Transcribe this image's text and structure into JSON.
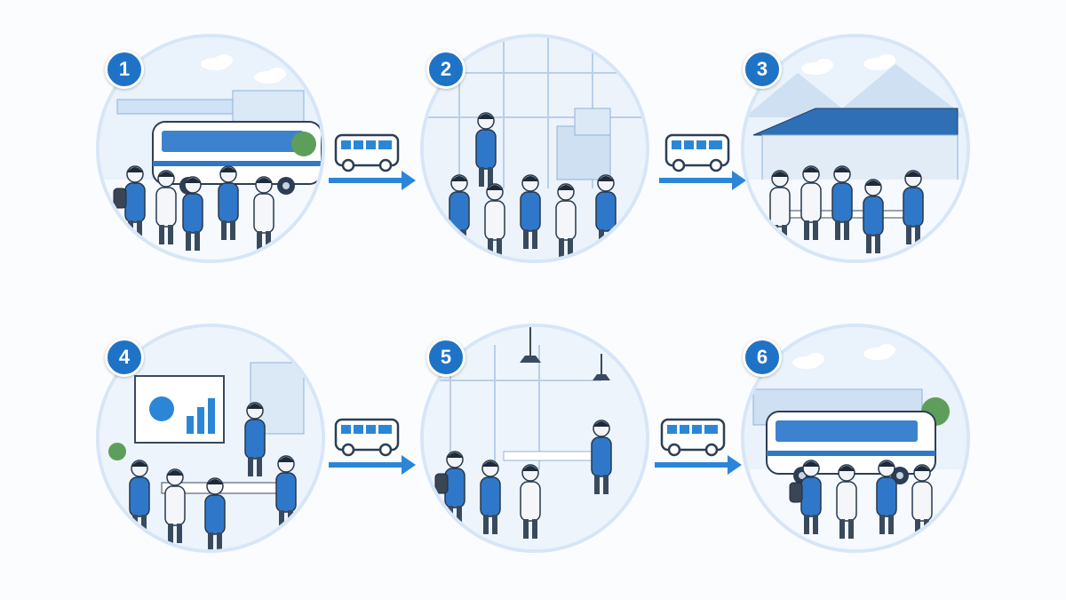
{
  "colors": {
    "accent": "#1f73c7",
    "arrow": "#2b86d8",
    "light_blue": "#cfe2f6",
    "outline": "#3a4a5e"
  },
  "steps": [
    {
      "number": "1",
      "scene_icon": "bus-boarding-scene"
    },
    {
      "number": "2",
      "scene_icon": "warehouse-tour-scene"
    },
    {
      "number": "3",
      "scene_icon": "cafeteria-lunch-scene"
    },
    {
      "number": "4",
      "scene_icon": "presentation-room-scene"
    },
    {
      "number": "5",
      "scene_icon": "office-tour-scene"
    },
    {
      "number": "6",
      "scene_icon": "bus-departure-scene"
    }
  ],
  "connectors": [
    {
      "icon": "bus-icon"
    },
    {
      "icon": "bus-icon"
    },
    {
      "icon": "bus-icon"
    },
    {
      "icon": "bus-icon"
    }
  ]
}
